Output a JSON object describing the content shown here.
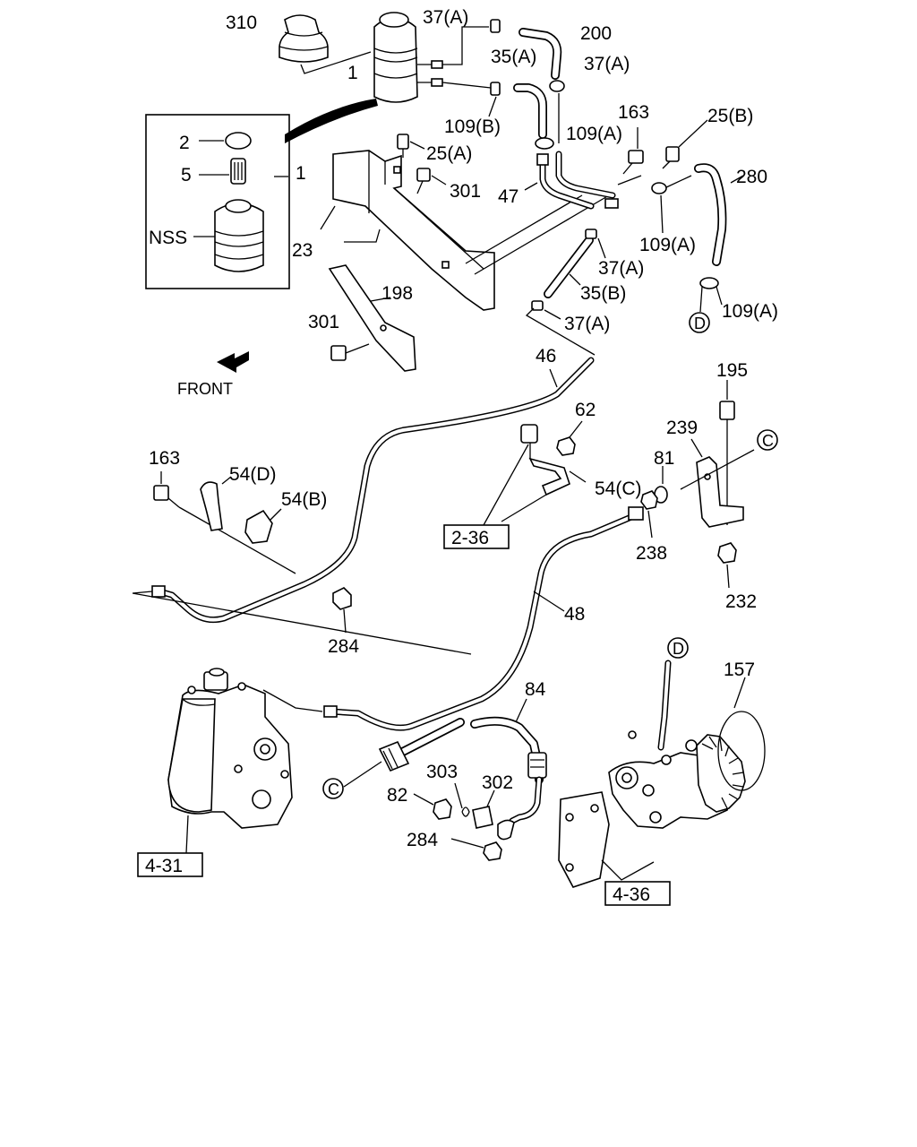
{
  "front_label": "FRONT",
  "callouts": {
    "c310": "310",
    "c1a": "1",
    "c1b": "1",
    "c2": "2",
    "c5": "5",
    "cNSS": "NSS",
    "c37A_1": "37(A)",
    "c200": "200",
    "c35A": "35(A)",
    "c37A_2": "37(A)",
    "c109B": "109(B)",
    "c163_top": "163",
    "c109A_1": "109(A)",
    "c25B": "25(B)",
    "c25A": "25(A)",
    "c301_top": "301",
    "c47": "47",
    "c280": "280",
    "c109A_2": "109(A)",
    "c23": "23",
    "c37A_3": "37(A)",
    "c35B": "35(B)",
    "c198": "198",
    "c301_bot": "301",
    "c37A_4": "37(A)",
    "c109A_3": "109(A)",
    "c46": "46",
    "c62": "62",
    "c195": "195",
    "c163_mid": "163",
    "c54D": "54(D)",
    "c54B": "54(B)",
    "c54C": "54(C)",
    "c239": "239",
    "c81": "81",
    "c238": "238",
    "c48": "48",
    "c284_mid": "284",
    "c232": "232",
    "c84": "84",
    "c157": "157",
    "c303": "303",
    "c302": "302",
    "c82": "82",
    "c284_bot": "284"
  },
  "ref_boxes": {
    "r236": "2-36",
    "r431": "4-31",
    "r436": "4-36"
  },
  "circle_markers": {
    "mD1": "D",
    "mD2": "D",
    "mC1": "C",
    "mC2": "C"
  }
}
